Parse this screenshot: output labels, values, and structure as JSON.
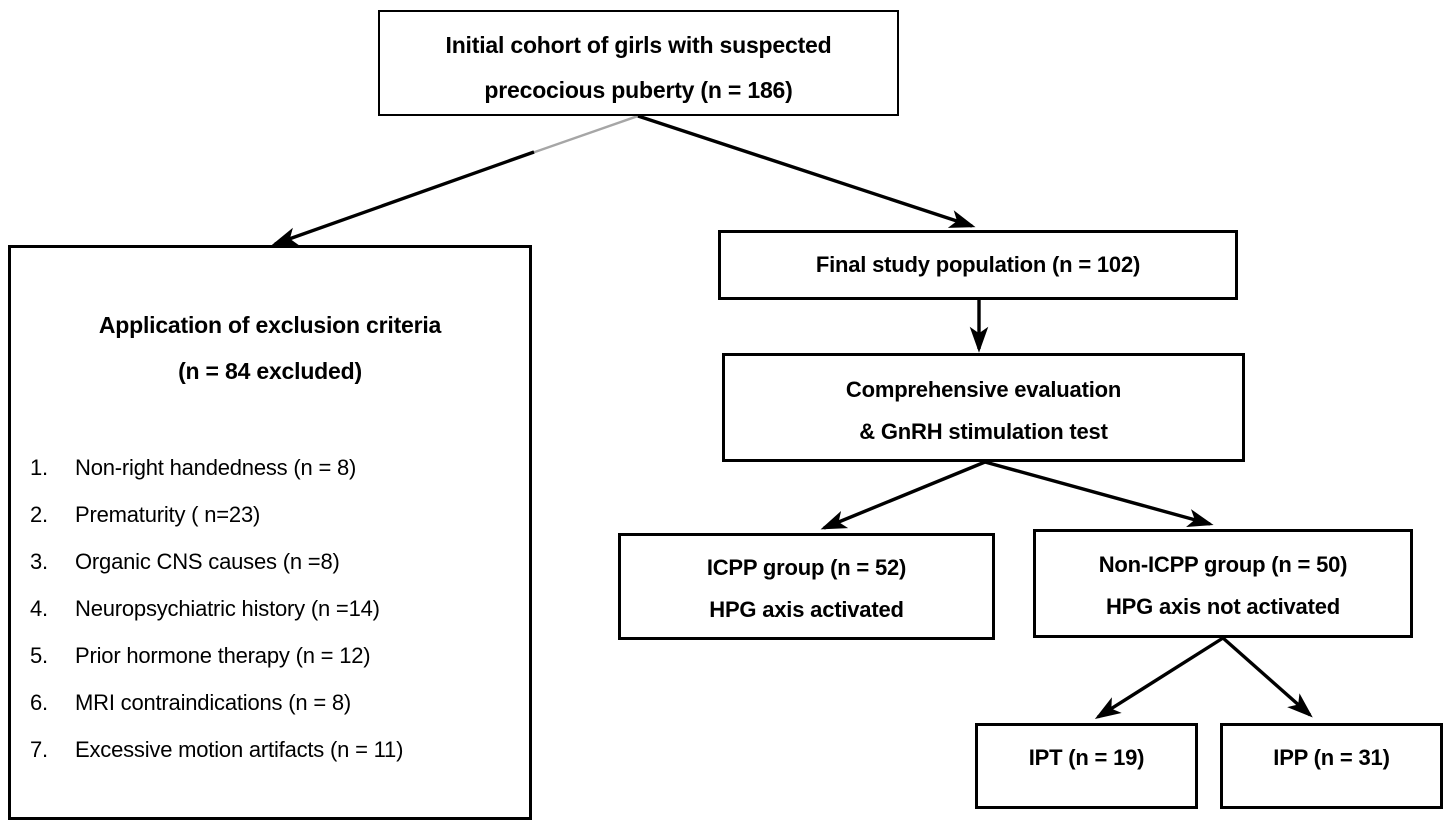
{
  "diagram": {
    "initial": {
      "line1": "Initial cohort of girls with suspected",
      "line2": "precocious puberty (n = 186)"
    },
    "exclusion": {
      "title1": "Application of exclusion criteria",
      "title2": "(n = 84 excluded)",
      "items": [
        {
          "num": "1.",
          "text": "Non-right handedness (n = 8)"
        },
        {
          "num": "2.",
          "text": "Prematurity ( n=23)"
        },
        {
          "num": "3.",
          "text": "Organic CNS causes (n =8)"
        },
        {
          "num": "4.",
          "text": "Neuropsychiatric history (n =14)"
        },
        {
          "num": "5.",
          "text": "Prior hormone therapy (n = 12)"
        },
        {
          "num": "6.",
          "text": "MRI contraindications (n = 8)"
        },
        {
          "num": "7.",
          "text": "Excessive motion artifacts (n = 11)"
        }
      ]
    },
    "final": {
      "label": "Final study population (n = 102)"
    },
    "evaluation": {
      "line1": "Comprehensive evaluation",
      "line2": "& GnRH stimulation test"
    },
    "icpp": {
      "line1": "ICPP group (n = 52)",
      "line2": "HPG axis activated"
    },
    "non_icpp": {
      "line1": "Non-ICPP group (n = 50)",
      "line2": "HPG axis not activated"
    },
    "ipt": {
      "label": "IPT (n = 19)"
    },
    "ipp": {
      "label": "IPP (n = 31)"
    }
  },
  "edges": [
    {
      "from": "initial-cohort",
      "to": "exclusion-criteria"
    },
    {
      "from": "initial-cohort",
      "to": "final-population"
    },
    {
      "from": "final-population",
      "to": "comprehensive-evaluation"
    },
    {
      "from": "comprehensive-evaluation",
      "to": "icpp-group"
    },
    {
      "from": "comprehensive-evaluation",
      "to": "non-icpp-group"
    },
    {
      "from": "non-icpp-group",
      "to": "ipt"
    },
    {
      "from": "non-icpp-group",
      "to": "ipp"
    }
  ],
  "colors": {
    "background": "#ffffff",
    "box_border": "#000000",
    "text": "#000000",
    "arrow": "#000000",
    "arrow_faded_segment": "#a6a6a6"
  }
}
